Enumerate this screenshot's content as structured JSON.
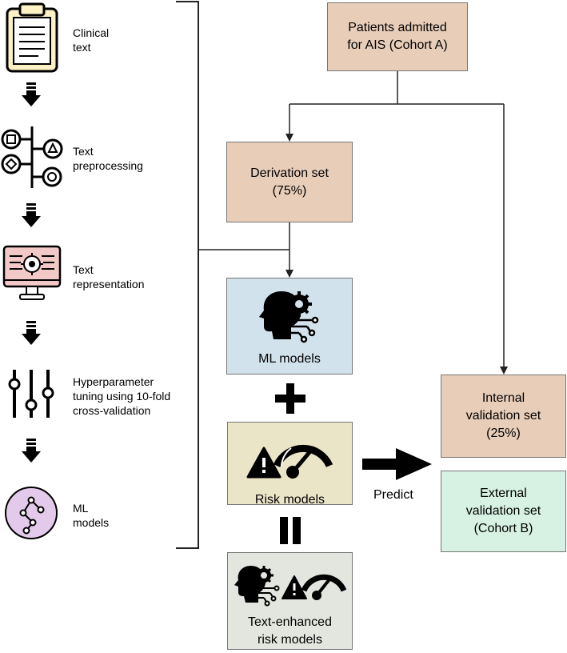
{
  "pipeline": {
    "steps": [
      {
        "label_line1": "Clinical",
        "label_line2": "text",
        "icon": "clipboard-icon"
      },
      {
        "label_line1": "Text",
        "label_line2": "preprocessing",
        "icon": "flowchart-icon"
      },
      {
        "label_line1": "Text",
        "label_line2": "representation",
        "icon": "monitor-gear-icon"
      },
      {
        "label_line1": "Hyperparameter",
        "label_line2": "tuning using 10-fold",
        "label_line3": "cross-validation",
        "icon": "sliders-icon"
      },
      {
        "label_line1": "ML",
        "label_line2": "models",
        "icon": "tree-network-icon"
      }
    ]
  },
  "flow": {
    "patients": {
      "line1": "Patients admitted",
      "line2": "for AIS (Cohort A)"
    },
    "derivation": {
      "line1": "Derivation set",
      "line2": "(75%)"
    },
    "ml_models": {
      "label": "ML models"
    },
    "risk_models": {
      "label": "Risk models"
    },
    "text_enhanced": {
      "line1": "Text-enhanced",
      "line2": "risk models"
    },
    "internal": {
      "line1": "Internal",
      "line2": "validation set",
      "line3": "(25%)"
    },
    "external": {
      "line1": "External",
      "line2": "validation set",
      "line3": "(Cohort B)"
    },
    "predict_label": "Predict"
  },
  "colors": {
    "tan": "#e8cdb9",
    "blue": "#d2e2ec",
    "beige": "#ebe5c8",
    "gray": "#e3e6df",
    "green": "#d7f1e2",
    "monitor_pink": "#f2c9c6",
    "tree_lilac": "#e3c9ea",
    "clipboard_yellow": "#fbf1c4"
  }
}
